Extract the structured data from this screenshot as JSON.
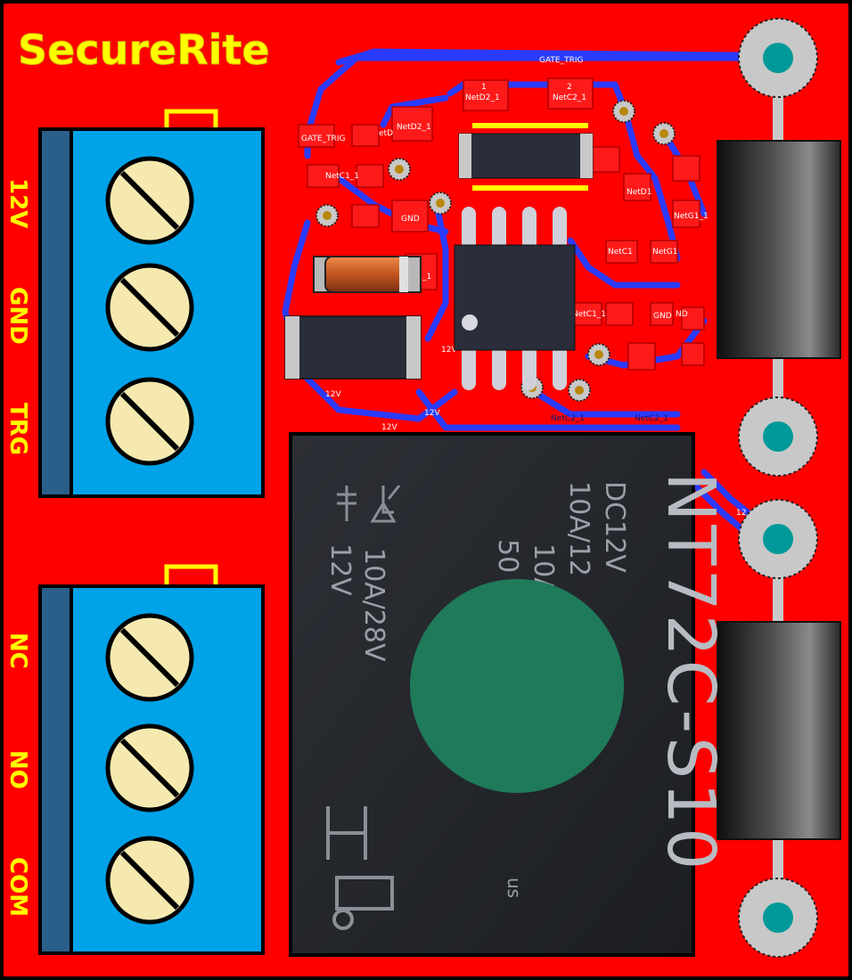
{
  "brand": "SecureRite",
  "colors": {
    "board": "#ff0000",
    "trace": "#2a3bff",
    "silkscreen": "#ffff00",
    "terminal": "#00a2e8",
    "screw": "#f5e9b0",
    "relay": "#2a2d33",
    "relay_cap": "#1f7a5a",
    "pad_ring": "#c8c8c8",
    "pad_hole": "#009999"
  },
  "input_terminal": {
    "labels": [
      "12V",
      "GND",
      "TRG"
    ]
  },
  "output_terminal": {
    "labels": [
      "NC",
      "NO",
      "COM"
    ]
  },
  "relay": {
    "model": "NT72C-S10",
    "lines": [
      "DC12V",
      "10A/12",
      "10A/25",
      "10A/28V",
      "50",
      "12V"
    ],
    "suffix": "us"
  },
  "net_labels": {
    "gate_trig": "GATE_TRIG",
    "gate_trig_small": "GATE_TRIG",
    "netd2": "NetD2_1",
    "netc2": "NetC2_1",
    "netc2_b": "NetC2_1",
    "netc2_c": "NetC2_1",
    "netc1": "NetC1_1",
    "netc1_b": "NetC1",
    "netc1_c": "NetC1_1",
    "netd1": "NetD1",
    "netg1": "NetG1",
    "netg1_b": "NetG1_1",
    "netr1": "R1_1",
    "netd": "etD",
    "gnd": "GND",
    "gnd_b": "GND",
    "nd": "ND",
    "v12_a": "12V",
    "v12_b": "12V",
    "v12_c": "12V",
    "v12_d": "12V",
    "v12_e": "12",
    "pin1": "1",
    "pin2": "2"
  }
}
